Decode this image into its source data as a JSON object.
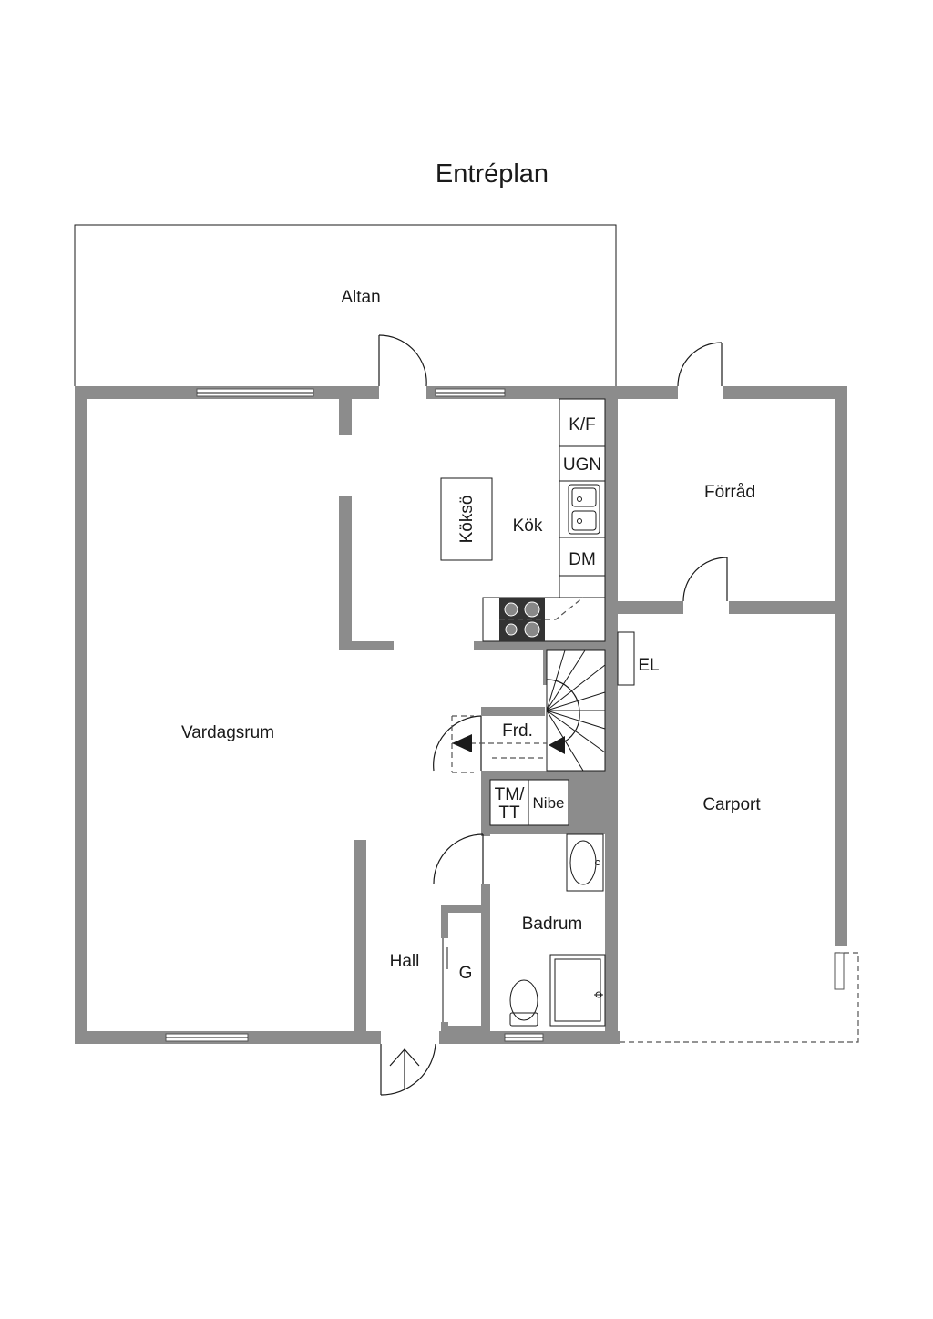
{
  "title": "Entréplan",
  "rooms": {
    "altan": "Altan",
    "kok": "Kök",
    "koksö": "Köksö",
    "forrad": "Förråd",
    "vardagsrum": "Vardagsrum",
    "frd": "Frd.",
    "carport": "Carport",
    "el": "EL",
    "badrum": "Badrum",
    "hall": "Hall",
    "g": "G"
  },
  "fixtures": {
    "kf": "K/F",
    "ugn": "UGN",
    "dm": "DM",
    "tm": "TM/",
    "tt": "TT",
    "nibe": "Nibe"
  },
  "colors": {
    "wall": "#8c8c8c",
    "line": "#1a1a1a",
    "background": "#ffffff"
  }
}
